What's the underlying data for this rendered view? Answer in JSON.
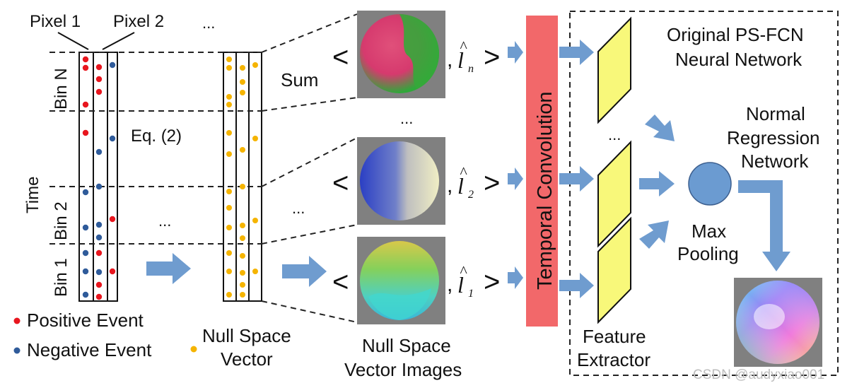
{
  "labels": {
    "pixel1": "Pixel 1",
    "pixel2": "Pixel 2",
    "dots_top": "...",
    "bin_n": "Bin N",
    "bin_2": "Bin 2",
    "bin_1": "Bin 1",
    "time": "Time",
    "eq": "Eq. (2)",
    "dots_mid": "...",
    "sum": "Sum",
    "dots_images": "...",
    "dots_between": "...",
    "positive_event": "Positive Event",
    "negative_event": "Negative Event",
    "null_space_vector_1": "Null Space",
    "null_space_vector_2": "Vector",
    "nsv_images_1": "Null Space",
    "nsv_images_2": "Vector Images",
    "temporal_convolution": "Temporal Convolution",
    "original_1": "Original PS-FCN",
    "original_2": "Neural Network",
    "normal_1": "Normal",
    "normal_2": "Regression",
    "normal_3": "Network",
    "dots_features": "...",
    "max_1": "Max",
    "max_2": "Pooling",
    "feature_1": "Feature",
    "feature_2": "Extractor",
    "l_n_sub": "n",
    "l_2_sub": "2",
    "l_1_sub": "1",
    "l_symbol": "l",
    "hat": "^",
    "lt": "<",
    "gt": ">",
    "comma": ",",
    "watermark": "CSDN @audyxiao001"
  },
  "colors": {
    "positive": "#e8161e",
    "negative": "#2f5b9a",
    "null_space": "#f5b400",
    "arrow": "#6f9ccf",
    "temporal_conv": "#f2686a",
    "feature_box": "#f8f87a",
    "max_pool": "#6b9bd1"
  }
}
